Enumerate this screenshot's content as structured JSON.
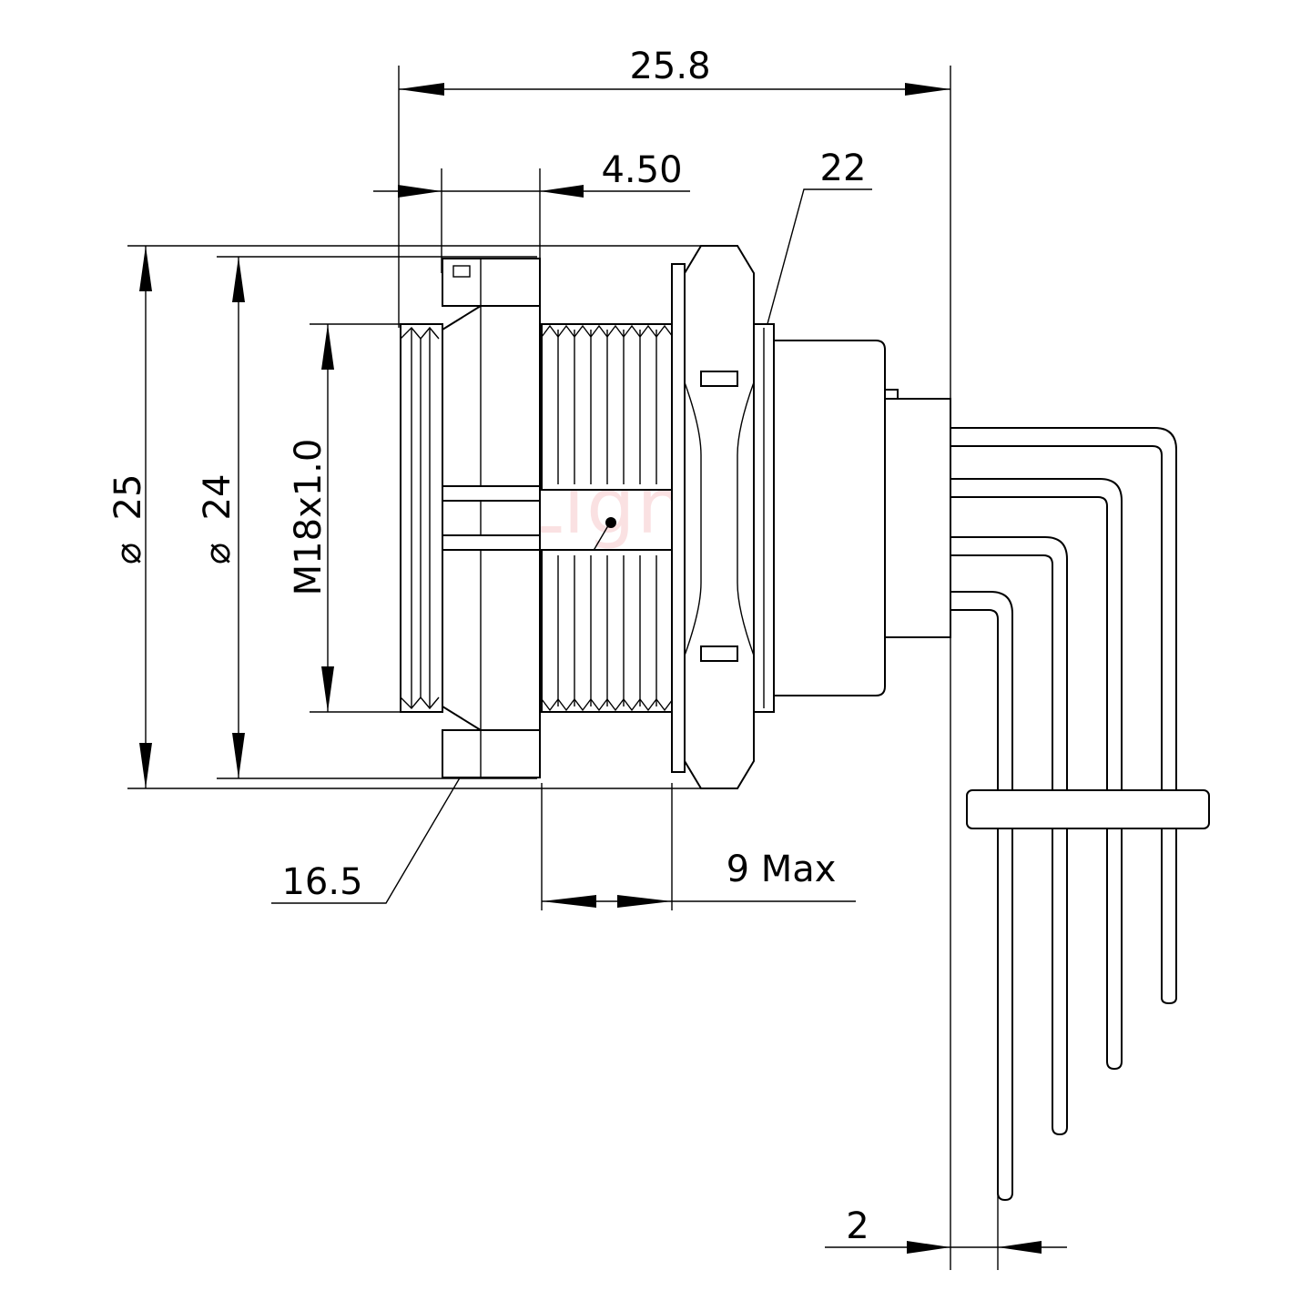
{
  "dimensions": {
    "overall_length": "25.8",
    "thread_length": "4.50",
    "hex_size": "22",
    "diameter_outer": "25",
    "diameter_inner": "24",
    "thread_spec": "M18x1.0",
    "flat_width": "16.5",
    "panel_thickness": "9 Max",
    "pin_pitch": "2"
  },
  "symbols": {
    "diameter": "⌀"
  },
  "watermark": "Lightany"
}
